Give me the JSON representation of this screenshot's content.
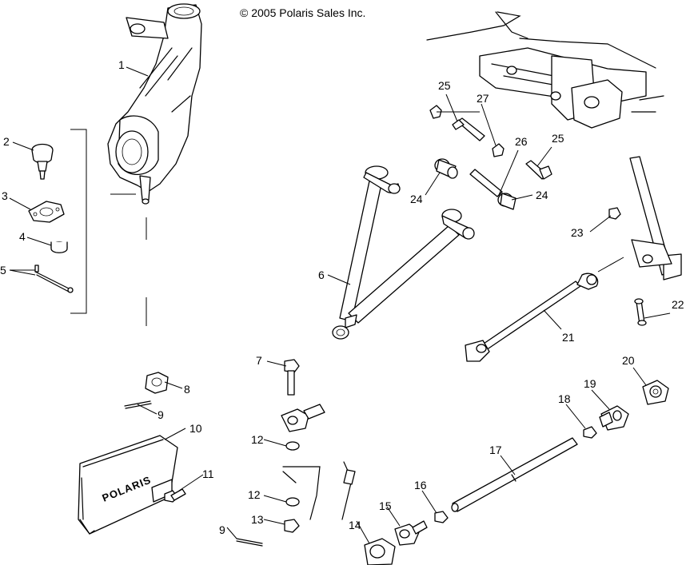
{
  "copyright": "© 2005 Polaris Sales Inc.",
  "brand_text": "POLARIS",
  "callouts": {
    "c1": "1",
    "c2": "2",
    "c3": "3",
    "c4": "4",
    "c5": "5",
    "c6": "6",
    "c7": "7",
    "c8": "8",
    "c9a": "9",
    "c9b": "9",
    "c10": "10",
    "c11": "11",
    "c12a": "12",
    "c12b": "12",
    "c13": "13",
    "c14": "14",
    "c15": "15",
    "c16": "16",
    "c17": "17",
    "c18": "18",
    "c19": "19",
    "c20": "20",
    "c21": "21",
    "c22": "22",
    "c23": "23",
    "c24a": "24",
    "c24b": "24",
    "c25a": "25",
    "c25b": "25",
    "c26": "26",
    "c27": "27"
  }
}
